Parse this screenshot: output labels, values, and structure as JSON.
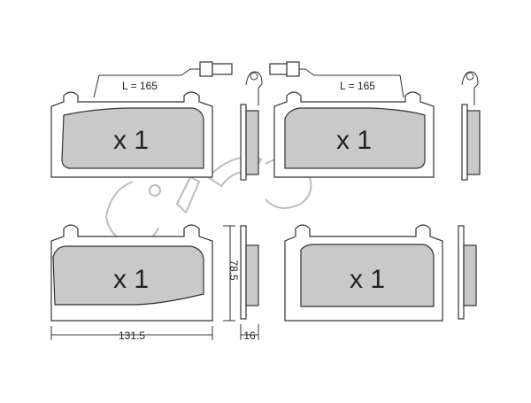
{
  "pads": {
    "top_left": {
      "quantity": "x 1",
      "wire_label": "L = 165"
    },
    "top_right": {
      "quantity": "x 1",
      "wire_label": "L = 165"
    },
    "bottom_left": {
      "quantity": "x 1"
    },
    "bottom_right": {
      "quantity": "x 1"
    }
  },
  "dimensions": {
    "width": "131.5",
    "height": "78.5",
    "thickness": "16"
  },
  "watermark": {
    "icon": "cifam-logo-watermark"
  },
  "colors": {
    "pad_fill": "#c9c9c9",
    "line": "#333333",
    "watermark": "#bdbdbd"
  }
}
